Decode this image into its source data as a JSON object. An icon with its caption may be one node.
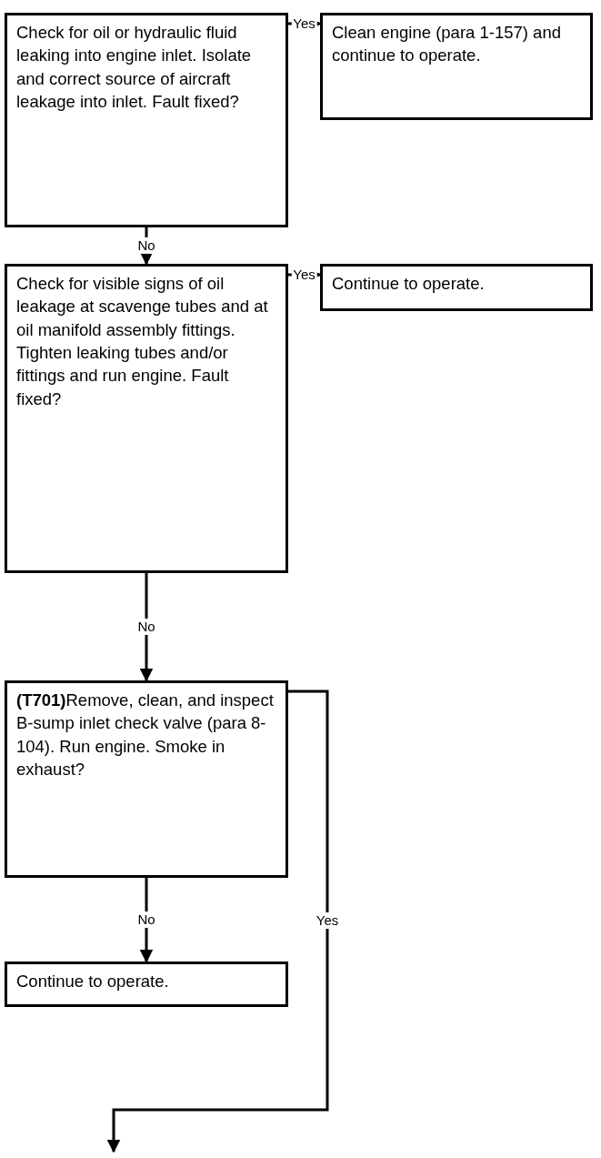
{
  "diagram": {
    "nodes": [
      {
        "text": [
          "Check for oil or hydraulic fluid leaking into engine inlet.  Isolate and correct source of aircraft leakage into inlet.  Fault fixed?"
        ]
      },
      {
        "text": [
          "Clean engine (para 1-157) and continue to operate."
        ]
      },
      {
        "text": [
          "Check for visible signs of oil leakage at scavenge tubes and at oil manifold assembly fittings. Tighten leaking tubes and/or fittings and run engine. Fault fixed?"
        ]
      },
      {
        "text": [
          "Continue to operate."
        ]
      },
      {
        "text": [
          "**(T701)**Remove, clean, and inspect B-sump inlet check valve (para 8-104). Run engine.  Smoke in exhaust?"
        ]
      },
      {
        "text": [
          "Continue to operate."
        ]
      }
    ],
    "edges": [
      {
        "from": 0,
        "to": 1,
        "arrow": "to",
        "label": "Yes"
      },
      {
        "from": 0,
        "to": 2,
        "arrow": "to",
        "label": "No"
      },
      {
        "from": 2,
        "to": 3,
        "arrow": "to",
        "label": "Yes"
      },
      {
        "from": 2,
        "to": 4,
        "arrow": "to",
        "label": "No"
      },
      {
        "from": 4,
        "to": 5,
        "arrow": "to",
        "label": "No"
      },
      {
        "from": 4,
        "to": null,
        "arrow": "to",
        "label": "Yes"
      }
    ]
  }
}
